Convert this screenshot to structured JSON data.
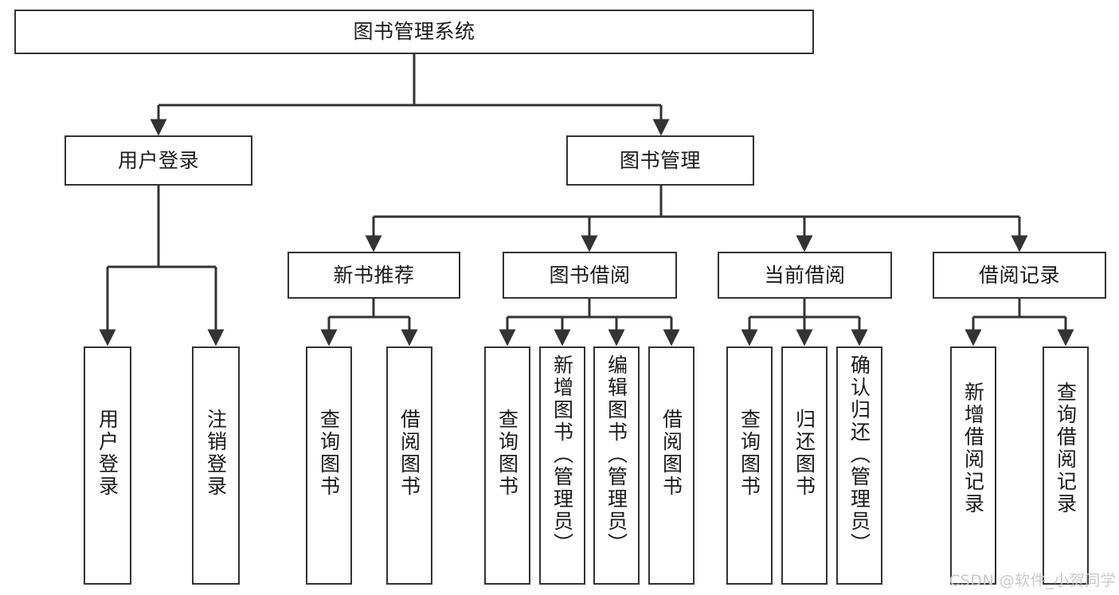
{
  "diagram": {
    "title": "图书管理系统",
    "type": "tree-hierarchy",
    "stroke_color": "#333333",
    "fill_color": "#ffffff",
    "text_color": "#1a1a1a",
    "nodes": {
      "root": {
        "label": "图书管理系统",
        "level": 1
      },
      "l2": [
        {
          "id": "user-login",
          "label": "用户登录",
          "level": 2
        },
        {
          "id": "book-manage",
          "label": "图书管理",
          "level": 2
        }
      ],
      "l3": [
        {
          "id": "new-book-recommend",
          "label": "新书推荐",
          "level": 3,
          "parent": "book-manage"
        },
        {
          "id": "book-borrow",
          "label": "图书借阅",
          "level": 3,
          "parent": "book-manage"
        },
        {
          "id": "current-borrow",
          "label": "当前借阅",
          "level": 3,
          "parent": "book-manage"
        },
        {
          "id": "borrow-record",
          "label": "借阅记录",
          "level": 3,
          "parent": "book-manage"
        }
      ],
      "leaves": [
        {
          "id": "leaf-user-login",
          "label": "用户登录",
          "parent": "user-login"
        },
        {
          "id": "leaf-logout",
          "label": "注销登录",
          "parent": "user-login"
        },
        {
          "id": "leaf-query-book-1",
          "label": "查询图书",
          "parent": "new-book-recommend"
        },
        {
          "id": "leaf-borrow-book-1",
          "label": "借阅图书",
          "parent": "new-book-recommend"
        },
        {
          "id": "leaf-query-book-2",
          "label": "查询图书",
          "parent": "book-borrow"
        },
        {
          "id": "leaf-add-book",
          "label": "新增图书（管理员）",
          "parent": "book-borrow"
        },
        {
          "id": "leaf-edit-book",
          "label": "编辑图书（管理员）",
          "parent": "book-borrow"
        },
        {
          "id": "leaf-borrow-book-2",
          "label": "借阅图书",
          "parent": "book-borrow"
        },
        {
          "id": "leaf-query-book-3",
          "label": "查询图书",
          "parent": "current-borrow"
        },
        {
          "id": "leaf-return-book",
          "label": "归还图书",
          "parent": "current-borrow"
        },
        {
          "id": "leaf-confirm-return",
          "label": "确认归还（管理员）",
          "parent": "current-borrow"
        },
        {
          "id": "leaf-add-record",
          "label": "新增借阅记录",
          "parent": "borrow-record"
        },
        {
          "id": "leaf-query-record",
          "label": "查询借阅记录",
          "parent": "borrow-record"
        }
      ]
    }
  },
  "watermark": {
    "text": "CSDN @软件_小贺同学"
  }
}
